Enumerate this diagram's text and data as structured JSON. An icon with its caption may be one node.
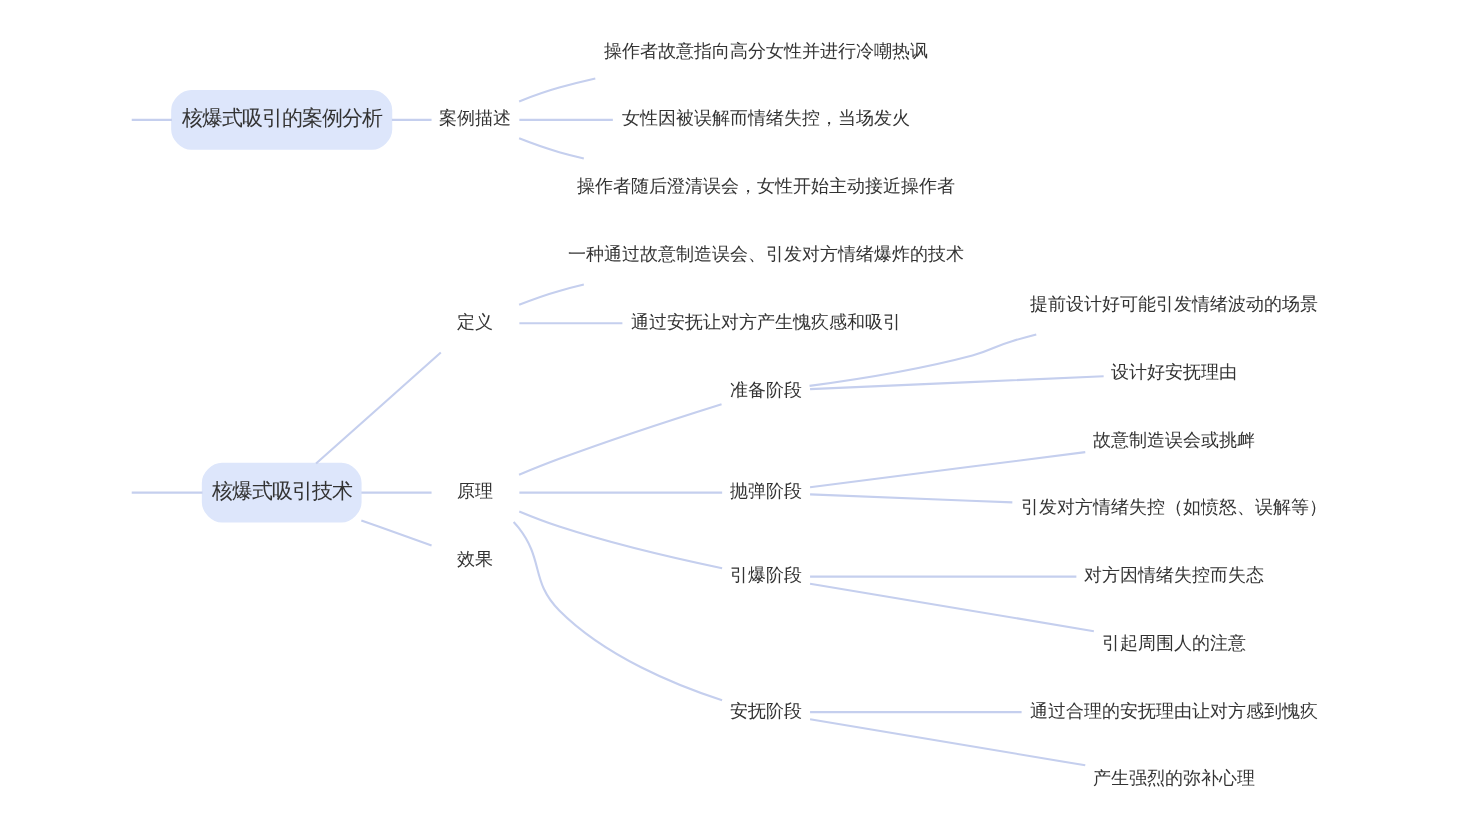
{
  "diagram": {
    "nodes": [
      {
        "text": [
          "核爆式吸引技术"
        ]
      },
      {
        "text": [
          "定义"
        ]
      },
      {
        "text": [
          "一种通过故意制造误会、引发对方情绪爆炸的技术"
        ]
      },
      {
        "text": [
          "通过安抚让对方产生愧疚感和吸引"
        ]
      },
      {
        "text": [
          "原理"
        ]
      },
      {
        "text": [
          "准备阶段"
        ]
      },
      {
        "text": [
          "提前设计好可能引发情绪波动的场景"
        ]
      },
      {
        "text": [
          "设计好安抚理由"
        ]
      },
      {
        "text": [
          "抛弹阶段"
        ]
      },
      {
        "text": [
          "故意制造误会或挑衅"
        ]
      },
      {
        "text": [
          "引发对方情绪失控（如愤怒、误解等）"
        ]
      },
      {
        "text": [
          "引爆阶段"
        ]
      },
      {
        "text": [
          "对方因情绪失控而失态"
        ]
      },
      {
        "text": [
          "引起周围人的注意"
        ]
      },
      {
        "text": [
          "安抚阶段"
        ]
      },
      {
        "text": [
          "通过合理的安抚理由让对方感到愧疚"
        ]
      },
      {
        "text": [
          "产生强烈的弥补心理"
        ]
      },
      {
        "text": [
          "效果"
        ]
      },
      {
        "text": [
          "核爆式吸引的案例分析"
        ]
      },
      {
        "text": [
          "案例描述"
        ]
      },
      {
        "text": [
          "操作者故意指向高分女性并进行冷嘲热讽"
        ]
      },
      {
        "text": [
          "女性因被误解而情绪失控，当场发火"
        ]
      },
      {
        "text": [
          "操作者随后澄清误会，女性开始主动接近操作者"
        ]
      }
    ],
    "edges": [
      {
        "from": null,
        "to": 0,
        "arrow": "none"
      },
      {
        "from": 0,
        "to": 1,
        "arrow": "none"
      },
      {
        "from": 1,
        "to": 2,
        "arrow": "none"
      },
      {
        "from": 1,
        "to": 3,
        "arrow": "none"
      },
      {
        "from": 0,
        "to": 4,
        "arrow": "none"
      },
      {
        "from": 4,
        "to": 5,
        "arrow": "none"
      },
      {
        "from": 5,
        "to": 6,
        "arrow": "none"
      },
      {
        "from": 5,
        "to": 7,
        "arrow": "none"
      },
      {
        "from": 4,
        "to": 8,
        "arrow": "none"
      },
      {
        "from": 8,
        "to": 9,
        "arrow": "none"
      },
      {
        "from": 8,
        "to": 10,
        "arrow": "none"
      },
      {
        "from": 4,
        "to": 11,
        "arrow": "none"
      },
      {
        "from": 11,
        "to": 12,
        "arrow": "none"
      },
      {
        "from": 11,
        "to": 13,
        "arrow": "none"
      },
      {
        "from": 4,
        "to": 14,
        "arrow": "none"
      },
      {
        "from": 14,
        "to": 15,
        "arrow": "none"
      },
      {
        "from": 14,
        "to": 16,
        "arrow": "none"
      },
      {
        "from": 0,
        "to": 17,
        "arrow": "none"
      },
      {
        "from": null,
        "to": 18,
        "arrow": "none"
      },
      {
        "from": 18,
        "to": 19,
        "arrow": "none"
      },
      {
        "from": 19,
        "to": 20,
        "arrow": "none"
      },
      {
        "from": 19,
        "to": 21,
        "arrow": "none"
      },
      {
        "from": 19,
        "to": 22,
        "arrow": "none"
      }
    ]
  }
}
